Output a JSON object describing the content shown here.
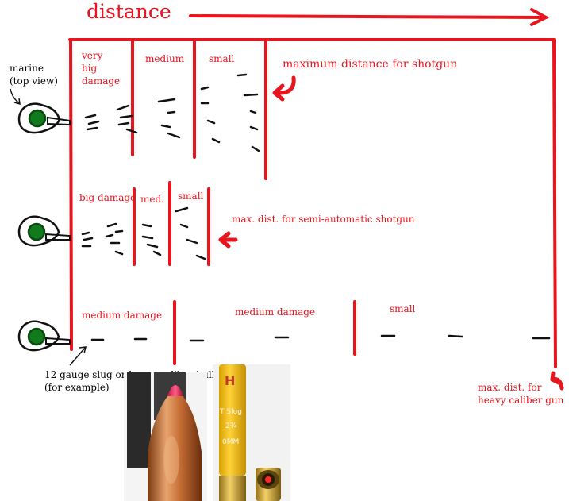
{
  "colors": {
    "red": "#e8141e",
    "black": "#111111"
  },
  "title": "distance",
  "marine_label": "marine\n(top view)",
  "rows": [
    {
      "zones": [
        "very\nbig\ndamage",
        "medium",
        "small"
      ],
      "note": "maximum distance for shotgun"
    },
    {
      "zones": [
        "big damage",
        "med.",
        "small"
      ],
      "note": "max. dist. for semi-automatic shotgun"
    },
    {
      "zones": [
        "medium damage",
        "medium damage",
        "small"
      ],
      "note": "max. dist. for\nheavy caliber gun"
    }
  ],
  "slug_label": "12 gauge slug or heavy caliber bullet\n(for example)",
  "shell_text": [
    "H",
    "T Slug",
    "2¾",
    "0MM"
  ]
}
